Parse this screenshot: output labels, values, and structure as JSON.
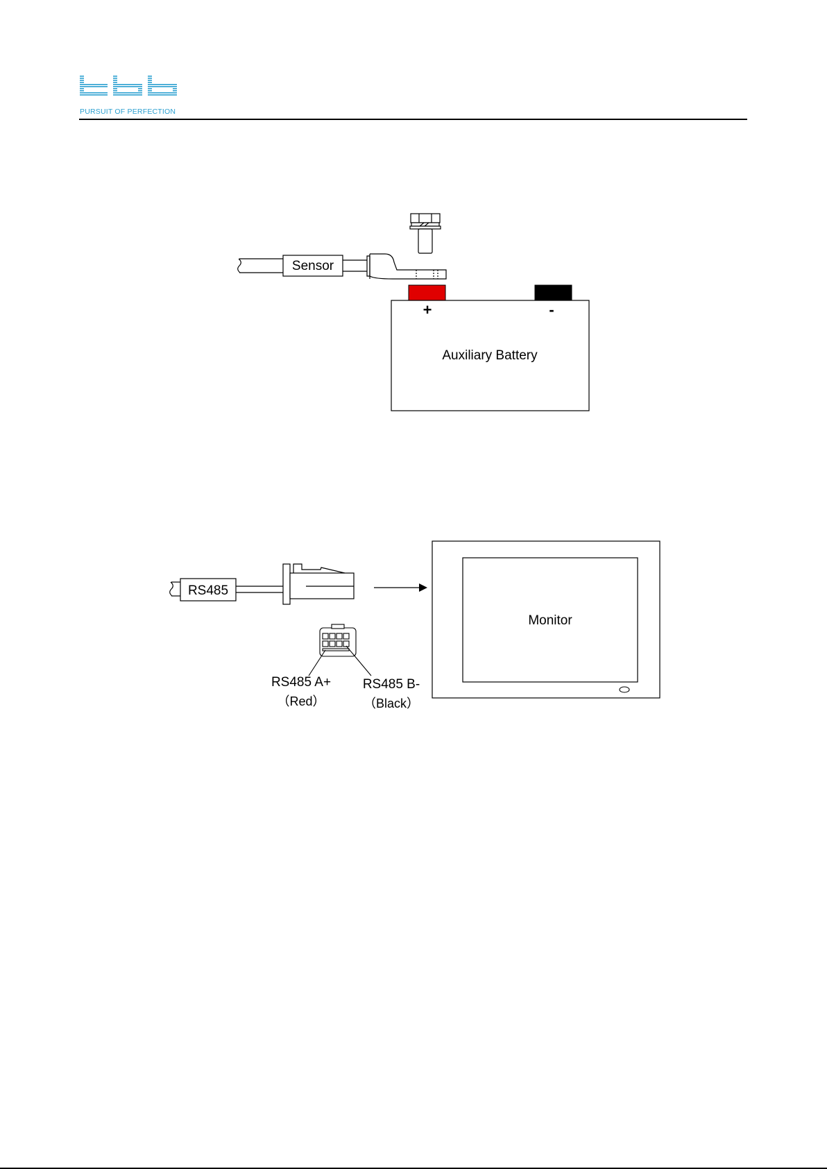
{
  "header": {
    "tagline": "PURSUIT OF PERFECTION",
    "logo_icon": "tbb-logo-icon",
    "brand_color": "#2a9fd0"
  },
  "figure1": {
    "sensor_label": "Sensor",
    "positive_symbol": "+",
    "negative_symbol": "-",
    "battery_label": "Auxiliary Battery",
    "positive_terminal_color": "#e00000",
    "negative_terminal_color": "#000000"
  },
  "figure2": {
    "rs485_label": "RS485",
    "monitor_label": "Monitor",
    "pin_a_label": "RS485 A+",
    "pin_a_color": "（Red）",
    "pin_b_label": "RS485 B-",
    "pin_b_color": "（Black）"
  }
}
